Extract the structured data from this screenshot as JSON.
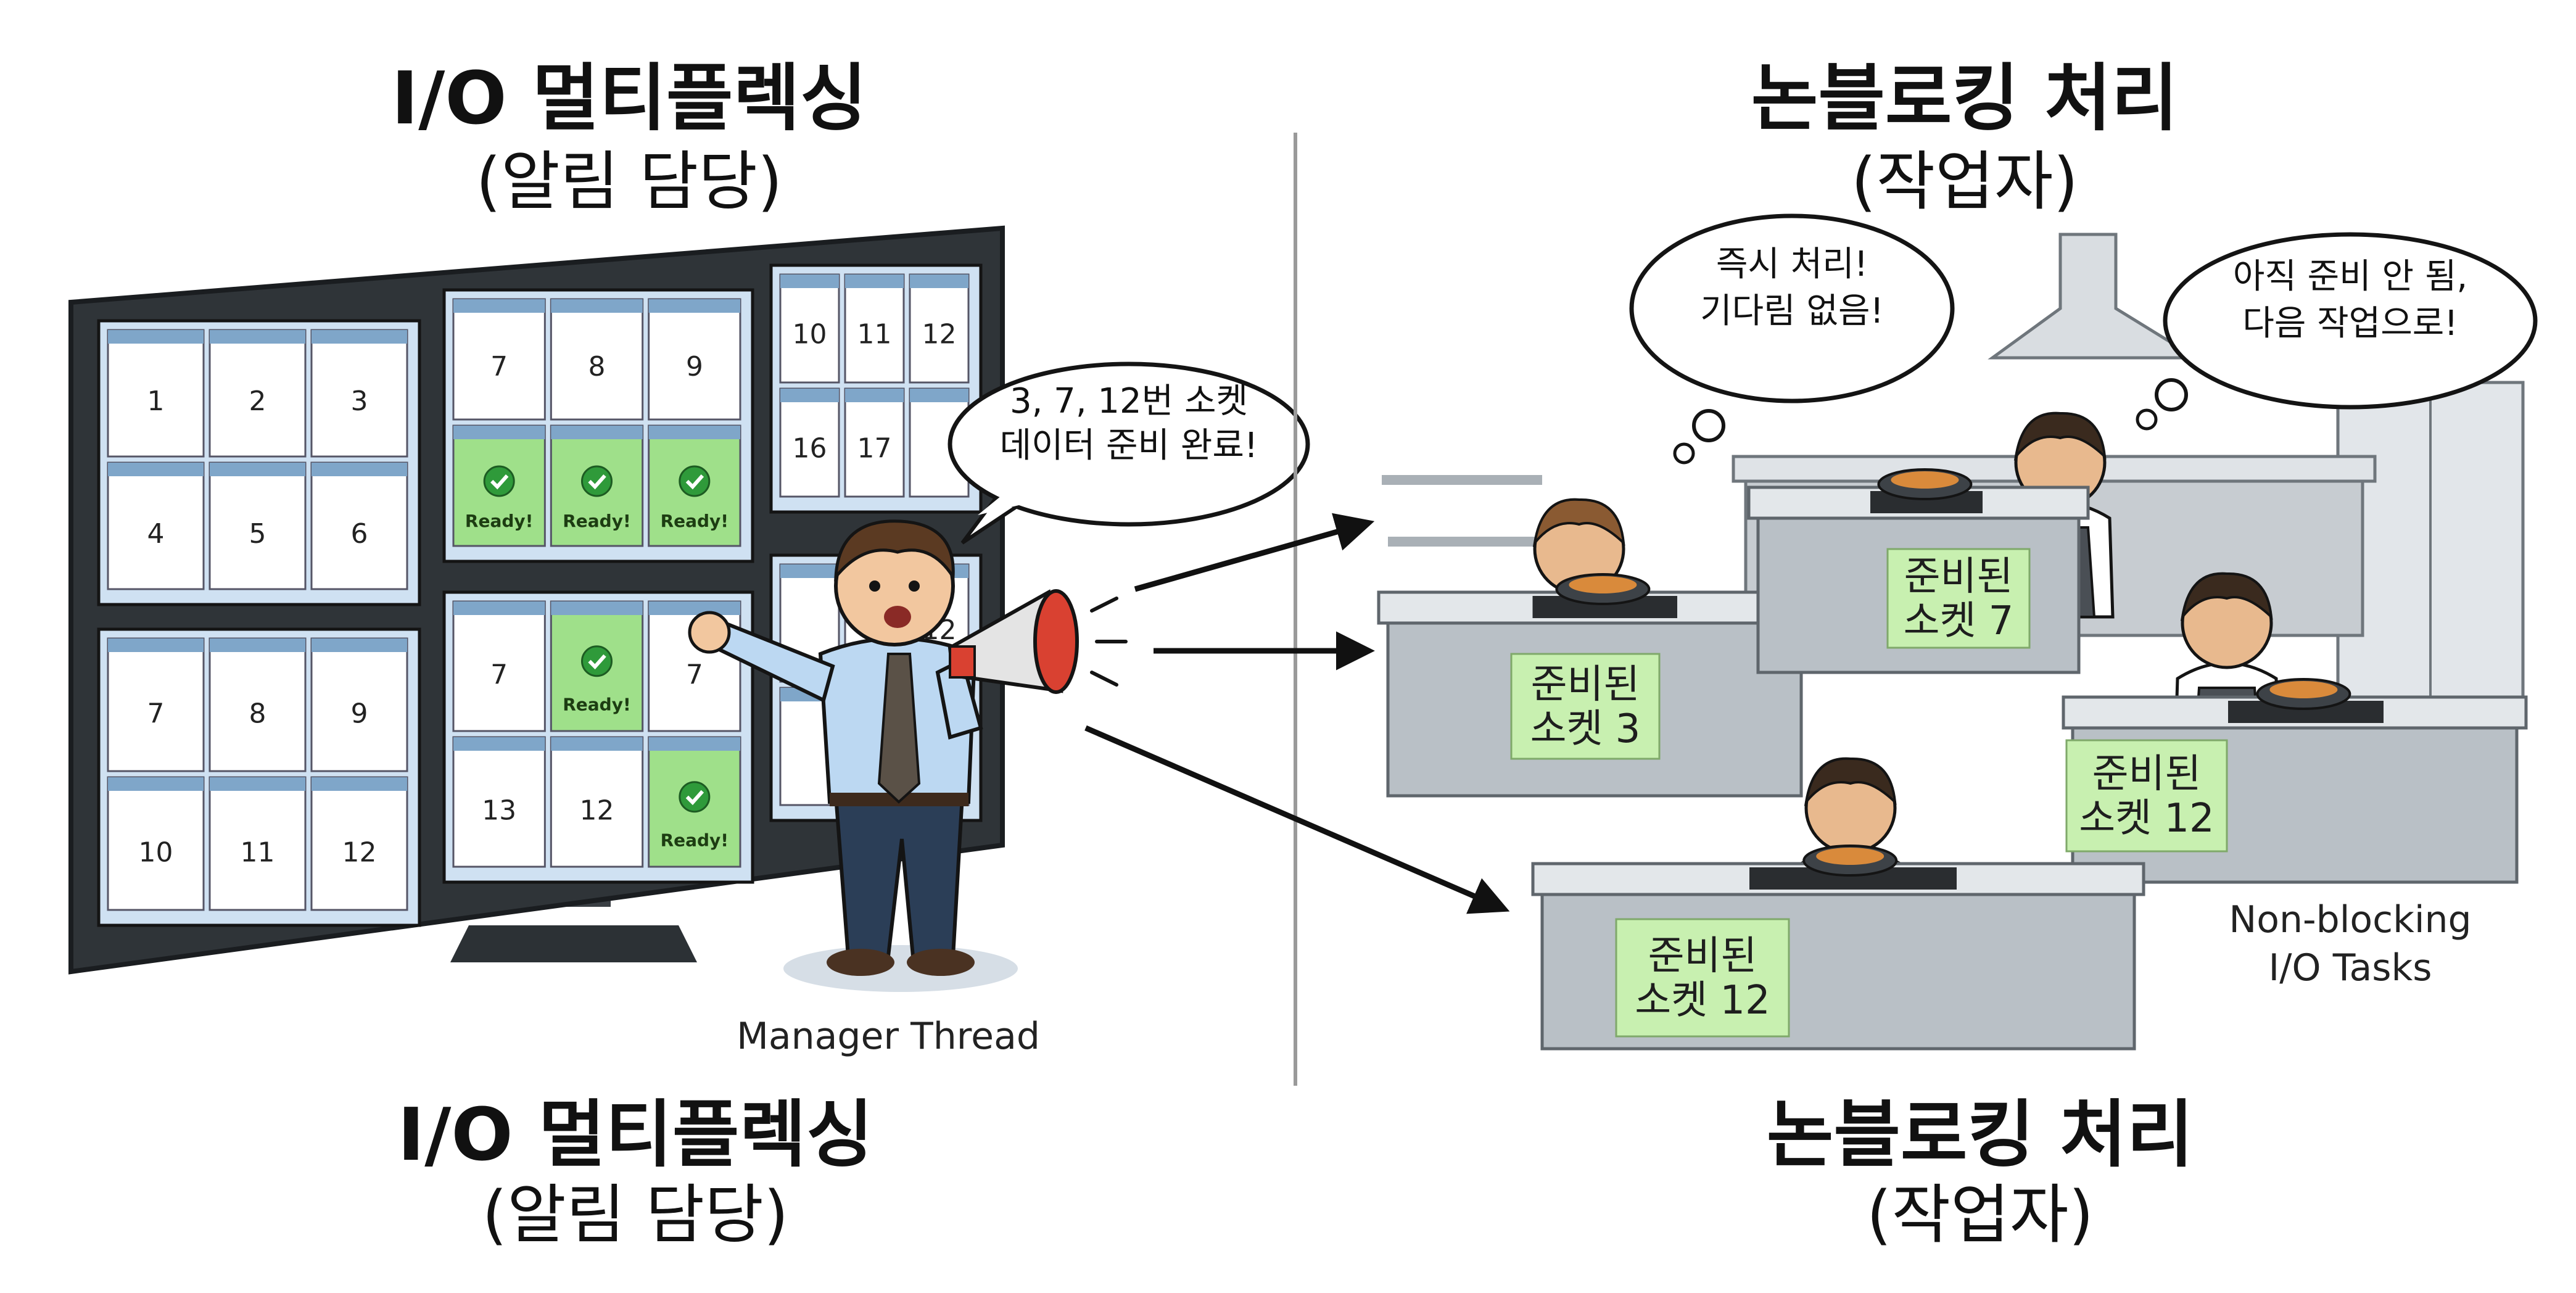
{
  "left_panel": {
    "title_top": "I/O 멀티플렉싱",
    "subtitle_top": "(알림 담당)",
    "title_bottom": "I/O 멀티플렉싱",
    "subtitle_bottom": "(알림 담당)",
    "manager_bubble": [
      "3, 7, 12번 소켓",
      "데이터 준비 완료!"
    ],
    "manager_caption": "Manager Thread",
    "screens": [
      {
        "cells": [
          "1",
          "2",
          "3",
          "4",
          "5",
          "6"
        ]
      },
      {
        "cells": [
          "7",
          "8",
          "9",
          "Ready!",
          "Ready!",
          "Ready!"
        ]
      },
      {
        "cells": [
          "10",
          "11",
          "12",
          "16",
          "17",
          ""
        ]
      },
      {
        "cells": [
          "7",
          "8",
          "9",
          "10",
          "11",
          "12"
        ]
      },
      {
        "cells": [
          "7",
          "Ready!",
          "7",
          "13",
          "12",
          "Ready!"
        ]
      },
      {
        "cells": [
          "",
          "",
          "12",
          "",
          "",
          ""
        ]
      }
    ]
  },
  "right_panel": {
    "title_top": "논블로킹 처리",
    "subtitle_top": "(작업자)",
    "title_bottom": "논블로킹 처리",
    "subtitle_bottom": "(작업자)",
    "worker_bubble_1": [
      "즉시 처리!",
      "기다림 없음!"
    ],
    "worker_bubble_2": [
      "아직 준비 안 됨,",
      "다음 작업으로!"
    ],
    "counter_labels": [
      [
        "준비된",
        "소켓 3"
      ],
      [
        "준비된",
        "소켓 7"
      ],
      [
        "준비된",
        "소켓 12"
      ],
      [
        "준비된",
        "소켓 12"
      ]
    ],
    "tasks_caption": [
      "Non-blocking",
      "I/O Tasks"
    ]
  },
  "colors": {
    "ready_green": "#9fe08a",
    "label_green": "#c8f0b0",
    "screen_blue": "#cfe1f2",
    "monitor_dark": "#2f3438"
  }
}
